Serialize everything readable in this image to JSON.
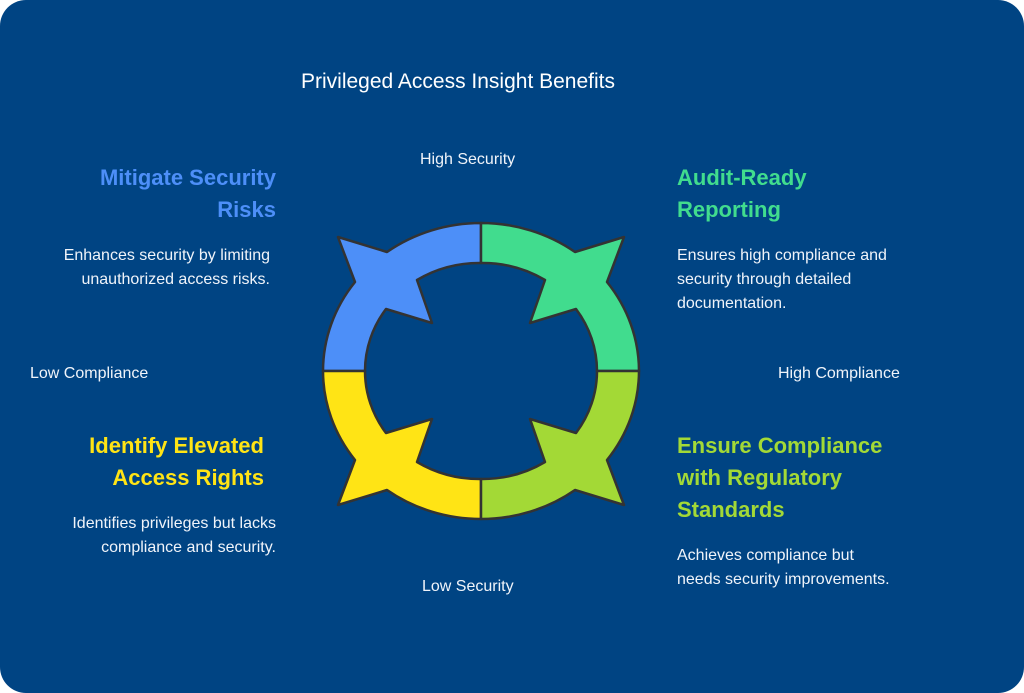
{
  "title": "Privileged Access Insight Benefits",
  "axes": {
    "top": "High Security",
    "bottom": "Low Security",
    "left": "Low Compliance",
    "right": "High Compliance"
  },
  "quadrants": [
    {
      "title": "Mitigate Security Risks",
      "desc": "Enhances security by limiting unauthorized access risks.",
      "color": "#4d8ff8"
    },
    {
      "title": "Audit-Ready Reporting",
      "desc": "Ensures high compliance and security through detailed documentation.",
      "color": "#41dc8e"
    },
    {
      "title": "Identify Elevated Access Rights",
      "desc": "Identifies privileges but lacks compliance and security.",
      "color": "#ffe415"
    },
    {
      "title": "Ensure Compliance with Regulatory Standards",
      "desc": "Achieves compliance but needs security improvements.",
      "color": "#a3d936"
    }
  ]
}
